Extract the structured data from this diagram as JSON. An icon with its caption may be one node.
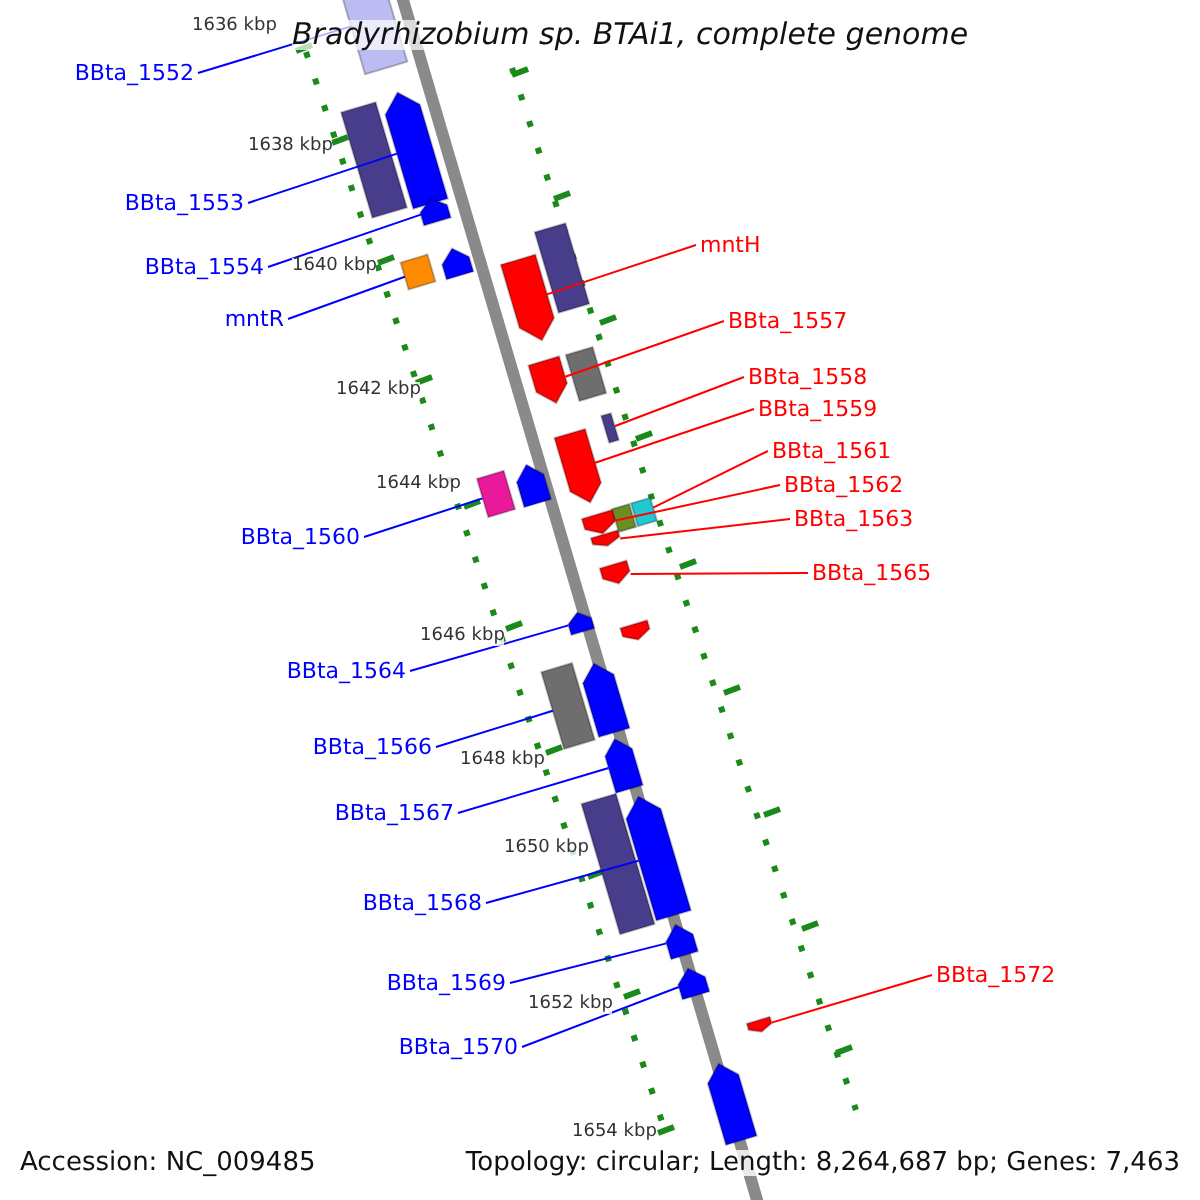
{
  "diagram": {
    "title": "Bradyrhizobium sp. BTAi1, complete genome",
    "nodes": [
      {
        "text": [
          "BBta_1552"
        ]
      },
      {
        "text": [
          "BBta_1553"
        ]
      },
      {
        "text": [
          "BBta_1554"
        ]
      },
      {
        "text": [
          "mntR"
        ]
      },
      {
        "text": [
          "BBta_1560"
        ]
      },
      {
        "text": [
          "BBta_1564"
        ]
      },
      {
        "text": [
          "BBta_1566"
        ]
      },
      {
        "text": [
          "BBta_1567"
        ]
      },
      {
        "text": [
          "BBta_1568"
        ]
      },
      {
        "text": [
          "BBta_1569"
        ]
      },
      {
        "text": [
          "BBta_1570"
        ]
      },
      {
        "text": [
          "mntH"
        ]
      },
      {
        "text": [
          "BBta_1557"
        ]
      },
      {
        "text": [
          "BBta_1558"
        ]
      },
      {
        "text": [
          "BBta_1559"
        ]
      },
      {
        "text": [
          "BBta_1561"
        ]
      },
      {
        "text": [
          "BBta_1562"
        ]
      },
      {
        "text": [
          "BBta_1563"
        ]
      },
      {
        "text": [
          "BBta_1565"
        ]
      },
      {
        "text": [
          "BBta_1572"
        ]
      },
      {
        "text": [],
        "shape": "bar"
      },
      {
        "text": [],
        "shape": "bar"
      },
      {
        "text": [],
        "shape": "bar"
      },
      {
        "text": [],
        "shape": "bar"
      },
      {
        "text": [],
        "shape": "bar"
      },
      {
        "text": [],
        "shape": "bar"
      },
      {
        "text": [],
        "shape": "bar"
      },
      {
        "text": [],
        "shape": "bar"
      },
      {
        "text": [],
        "shape": "bar"
      },
      {
        "text": [],
        "shape": "bar"
      },
      {
        "text": [],
        "shape": "bar"
      },
      {
        "text": [],
        "shape": "bar"
      },
      {
        "text": [],
        "shape": "bar"
      },
      {
        "text": [],
        "shape": "bar"
      },
      {
        "text": [],
        "shape": "bar"
      },
      {
        "text": [],
        "shape": "bar"
      },
      {
        "text": [],
        "shape": "bar"
      },
      {
        "text": [],
        "shape": "bar"
      },
      {
        "text": [],
        "shape": "bar"
      },
      {
        "text": [],
        "shape": "bar"
      },
      {
        "text": [],
        "shape": "bar"
      },
      {
        "text": [],
        "shape": "bar"
      },
      {
        "text": [],
        "shape": "bar"
      },
      {
        "text": [],
        "shape": "bar"
      },
      {
        "text": [],
        "shape": "bar"
      },
      {
        "text": [],
        "shape": "bar"
      },
      {
        "text": [],
        "shape": "bar"
      },
      {
        "text": [],
        "shape": "bar"
      },
      {
        "text": [],
        "shape": "bar"
      },
      {
        "text": [],
        "shape": "bar"
      }
    ],
    "edges": [
      {
        "from": 0,
        "to": 20,
        "arrow": "none"
      },
      {
        "from": 1,
        "to": 21,
        "arrow": "none"
      },
      {
        "from": 2,
        "to": 22,
        "arrow": "none"
      },
      {
        "from": 3,
        "to": 23,
        "arrow": "none"
      },
      {
        "from": 4,
        "to": 24,
        "arrow": "none"
      },
      {
        "from": 5,
        "to": 25,
        "arrow": "none"
      },
      {
        "from": 6,
        "to": 26,
        "arrow": "none"
      },
      {
        "from": 7,
        "to": 27,
        "arrow": "none"
      },
      {
        "from": 8,
        "to": 28,
        "arrow": "none"
      },
      {
        "from": 9,
        "to": 29,
        "arrow": "none"
      },
      {
        "from": 10,
        "to": 30,
        "arrow": "none"
      },
      {
        "from": 11,
        "to": 31,
        "arrow": "none",
        "color": "#ff0000"
      },
      {
        "from": 12,
        "to": 32,
        "arrow": "none",
        "color": "#ff0000"
      },
      {
        "from": 13,
        "to": 33,
        "arrow": "none",
        "color": "#ff0000"
      },
      {
        "from": 14,
        "to": 34,
        "arrow": "none",
        "color": "#ff0000"
      },
      {
        "from": 15,
        "to": 35,
        "arrow": "none",
        "color": "#ff0000"
      },
      {
        "from": 16,
        "to": 36,
        "arrow": "none",
        "color": "#ff0000"
      },
      {
        "from": 17,
        "to": 37,
        "arrow": "none",
        "color": "#ff0000"
      },
      {
        "from": 18,
        "to": 38,
        "arrow": "none",
        "color": "#ff0000"
      },
      {
        "from": 19,
        "to": 39,
        "arrow": "none",
        "color": "#ff0000"
      }
    ],
    "labels": [
      "1636 kbp",
      "1638 kbp",
      "1640 kbp",
      "1642 kbp",
      "1644 kbp",
      "1646 kbp",
      "1648 kbp",
      "1650 kbp",
      "1652 kbp",
      "1654 kbp",
      "Accession: NC_009485",
      "Topology: circular; Length: 8,264,687 bp; Genes: 7,463"
    ]
  }
}
